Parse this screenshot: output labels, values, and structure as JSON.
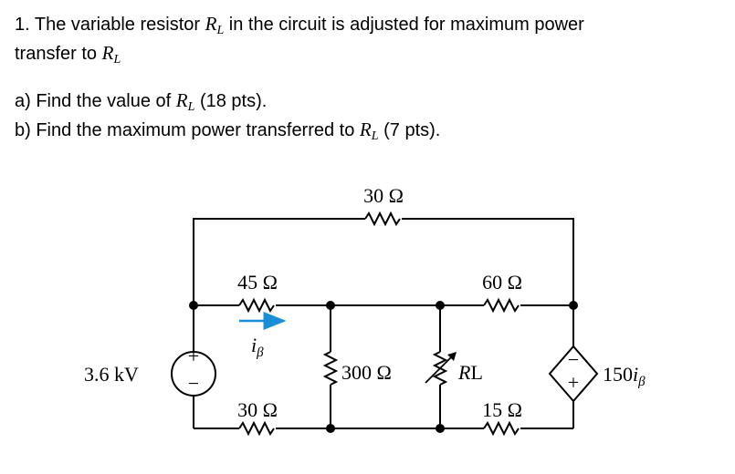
{
  "problem": {
    "intro_1": "1. The variable resistor ",
    "intro_2": " in the circuit is adjusted for maximum power",
    "intro_3": "transfer to ",
    "part_a_1": "a) Find the value of ",
    "part_a_2": " (18 pts).",
    "part_b_1": "b) Find the maximum power transferred to ",
    "part_b_2": " (7 pts).",
    "var_R": "R",
    "var_L": "L"
  },
  "circuit": {
    "r_top": "30 Ω",
    "r_45": "45 Ω",
    "r_60": "60 Ω",
    "r_300": "300 Ω",
    "r_30_bottom": "30 Ω",
    "r_15": "15 Ω",
    "rl_R": "R",
    "rl_L": "L",
    "source_voltage": "3.6 kV",
    "current_i": "i",
    "current_sub": "β",
    "dep_gain": "150",
    "dep_i": "i",
    "dep_sub": "β",
    "plus": "+",
    "minus": "−"
  }
}
